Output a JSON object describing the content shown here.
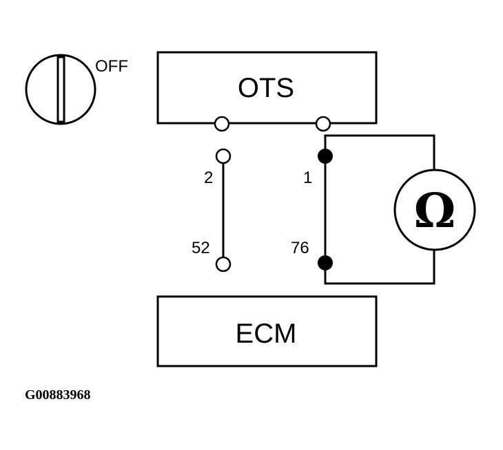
{
  "ignition_switch": {
    "state_label": "OFF"
  },
  "components": {
    "top_box_label": "OTS",
    "bottom_box_label": "ECM"
  },
  "pins": {
    "left_upper": "2",
    "left_lower": "52",
    "right_upper": "1",
    "right_lower": "76"
  },
  "meter": {
    "symbol": "Ω"
  },
  "figure_code": "G00883968",
  "colors": {
    "line": "#000000",
    "background": "#ffffff"
  }
}
